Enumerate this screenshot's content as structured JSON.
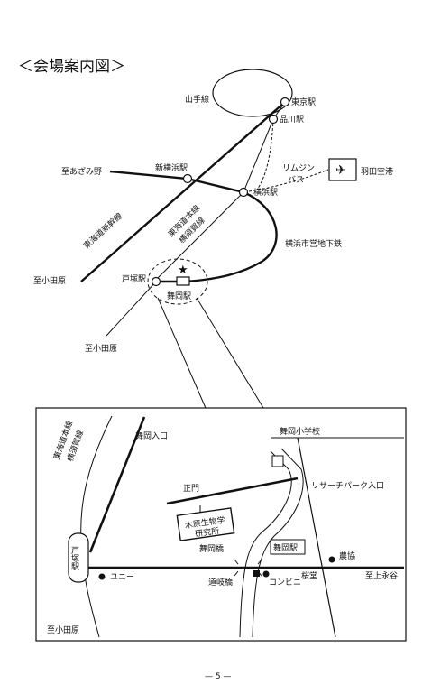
{
  "title": "＜会場案内図＞",
  "page_number": "— 5 —",
  "overview": {
    "stations": {
      "tokyo": "東京駅",
      "shinagawa": "品川駅",
      "shinyokohama": "新横浜駅",
      "yokohama": "横浜駅",
      "totsuka": "戸塚駅",
      "maioka": "舞岡駅"
    },
    "lines": {
      "yamanote": "山手線",
      "tokaido_shinkansen": "東海道新幹線",
      "tokaido_yokosuka": [
        "東海道本線",
        "横須賀線"
      ],
      "subway": "横浜市営地下鉄"
    },
    "destinations": {
      "azamino": "至あざみ野",
      "odawara_shinkansen": "至小田原",
      "odawara": "至小田原"
    },
    "airport": "羽田空港",
    "limousine": [
      "リムジン",
      "バス"
    ]
  },
  "detail": {
    "lines_label": [
      "東海道本線",
      "横須賀線"
    ],
    "totsuka_station": "戸塚駅",
    "maioka_entrance": "舞岡入口",
    "maioka_school": "舞岡小学校",
    "seimon": "正門",
    "research_park": "リサーチパーク入口",
    "institute": [
      "木原生物学",
      "研究所"
    ],
    "maioka_bridge": "舞岡橋",
    "maioka_station": "舞岡駅",
    "noukyou": "農協",
    "uny": "ユニー",
    "doukyo_bridge": "道岐橋",
    "conveni": "コンビニ",
    "sakuradou": "桜堂",
    "kami_nagaya": "至上永谷",
    "odawara": "至小田原"
  }
}
